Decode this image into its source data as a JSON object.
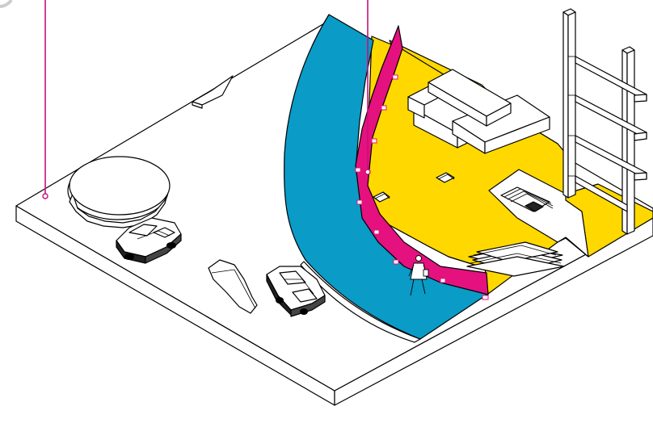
{
  "diagram": {
    "title": "",
    "colors": {
      "ground": "#ffffff",
      "outline": "#000000",
      "blue_zone": "#0a9bc7",
      "yellow_zone": "#ffd800",
      "magenta_wall": "#e5117f",
      "callout_line": "#c8107a"
    },
    "elements": [
      "isometric-site-slab",
      "blue-curved-zone",
      "yellow-work-zone",
      "magenta-barrier-wall",
      "stone-block-pile",
      "timber-scaffold",
      "lumber-stack",
      "parked-car-left",
      "parked-car-right",
      "pedestrian-figure",
      "circular-pad",
      "callout-line-left",
      "callout-line-top"
    ]
  }
}
